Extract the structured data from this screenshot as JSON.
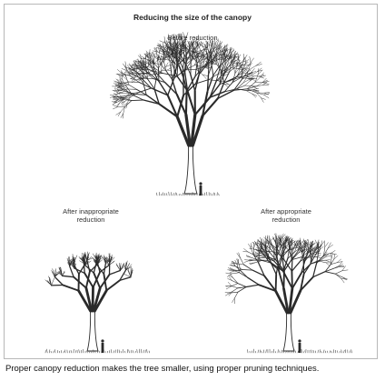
{
  "diagram": {
    "title": "Reducing the size of the canopy",
    "panels": [
      {
        "label_line1": "Before reduction",
        "label_line2": ""
      },
      {
        "label_line1": "After inappropriate",
        "label_line2": "reduction"
      },
      {
        "label_line1": "After appropriate",
        "label_line2": "reduction"
      }
    ]
  },
  "caption": "Proper canopy reduction makes the tree smaller, using proper pruning techniques.",
  "colors": {
    "ink": "#2a2a2a",
    "frame": "#b8b8b8"
  }
}
